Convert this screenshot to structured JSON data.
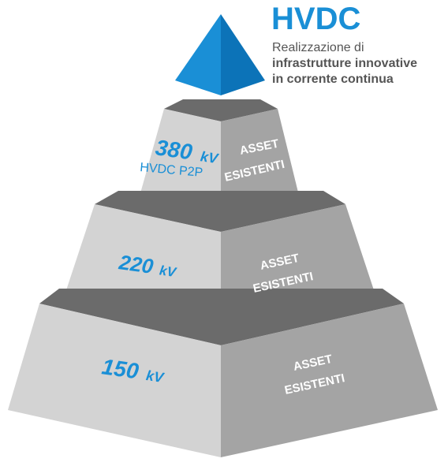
{
  "top": {
    "title": "HVDC",
    "subtitle": "Realizzazione di",
    "line2": "infrastrutture innovative",
    "line3": "in corrente continua"
  },
  "tiers": [
    {
      "voltage": "380",
      "unit": "kV",
      "sub": "HVDC P2P",
      "asset_line1": "ASSET",
      "asset_line2": "ESISTENTI"
    },
    {
      "voltage": "220",
      "unit": "kV",
      "asset_line1": "ASSET",
      "asset_line2": "ESISTENTI"
    },
    {
      "voltage": "150",
      "unit": "kV",
      "asset_line1": "ASSET",
      "asset_line2": "ESISTENTI"
    }
  ],
  "colors": {
    "accent": "#1a8fd6",
    "left_face": "#d3d3d3",
    "right_face": "#a4a4a4",
    "ledge": "#6b6b6b"
  }
}
